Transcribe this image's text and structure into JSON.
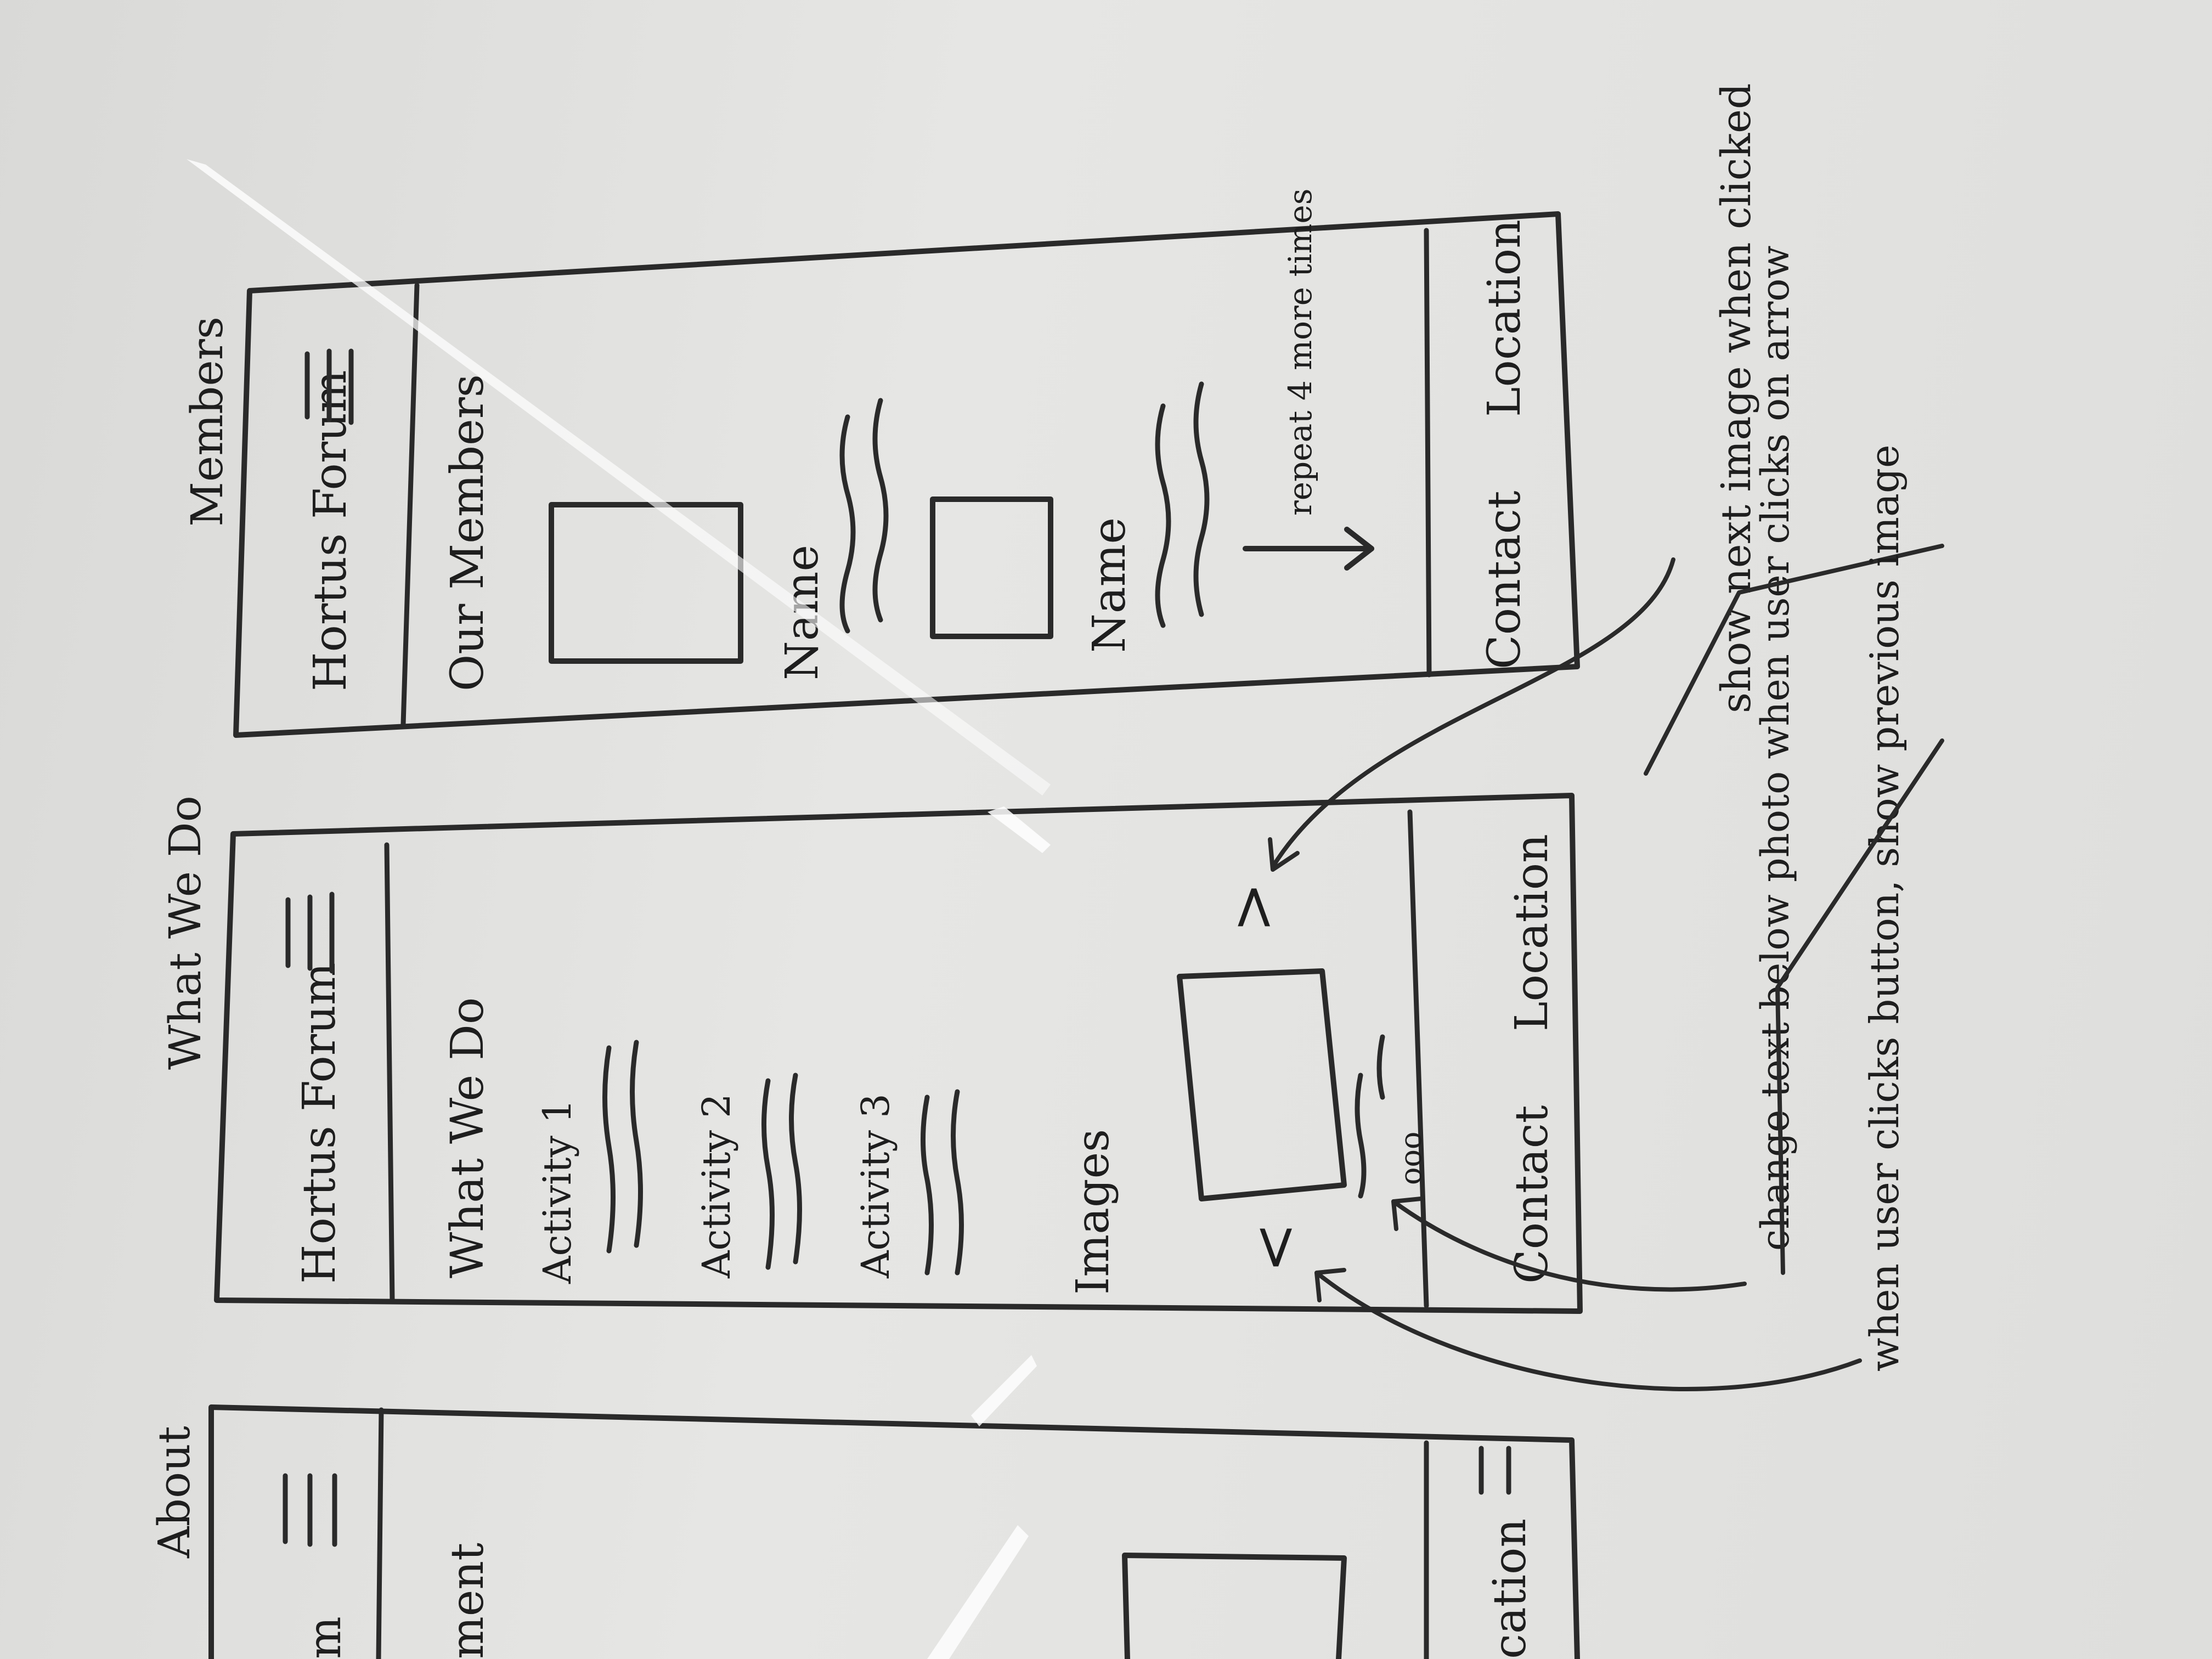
{
  "wireframes": {
    "members": {
      "page_label": "Members",
      "header_title": "Hortus Forum",
      "heading": "Our Members",
      "member_name_1": "Name",
      "member_name_2": "Name",
      "repeat_note": "repeat 4 more times",
      "footer_left": "Contact",
      "footer_right": "Location"
    },
    "what_we_do": {
      "page_label": "What We Do",
      "header_title": "Hortus Forum",
      "heading": "What We Do",
      "activities": [
        "Activity 1",
        "Activity 2",
        "Activity 3"
      ],
      "images_label": "Images",
      "next_arrow": ">",
      "prev_arrow": "<",
      "carousel_dots": "ooo",
      "footer_left": "Contact",
      "footer_right": "Location"
    },
    "about": {
      "page_label": "About",
      "partial_header": "m",
      "partial_heading": "ment",
      "partial_footer": "cation"
    }
  },
  "annotations": {
    "next_image": "show next image when clicked",
    "change_text": "change text below photo when user clicks on arrow",
    "previous_image": "when user clicks button, show previous image"
  }
}
